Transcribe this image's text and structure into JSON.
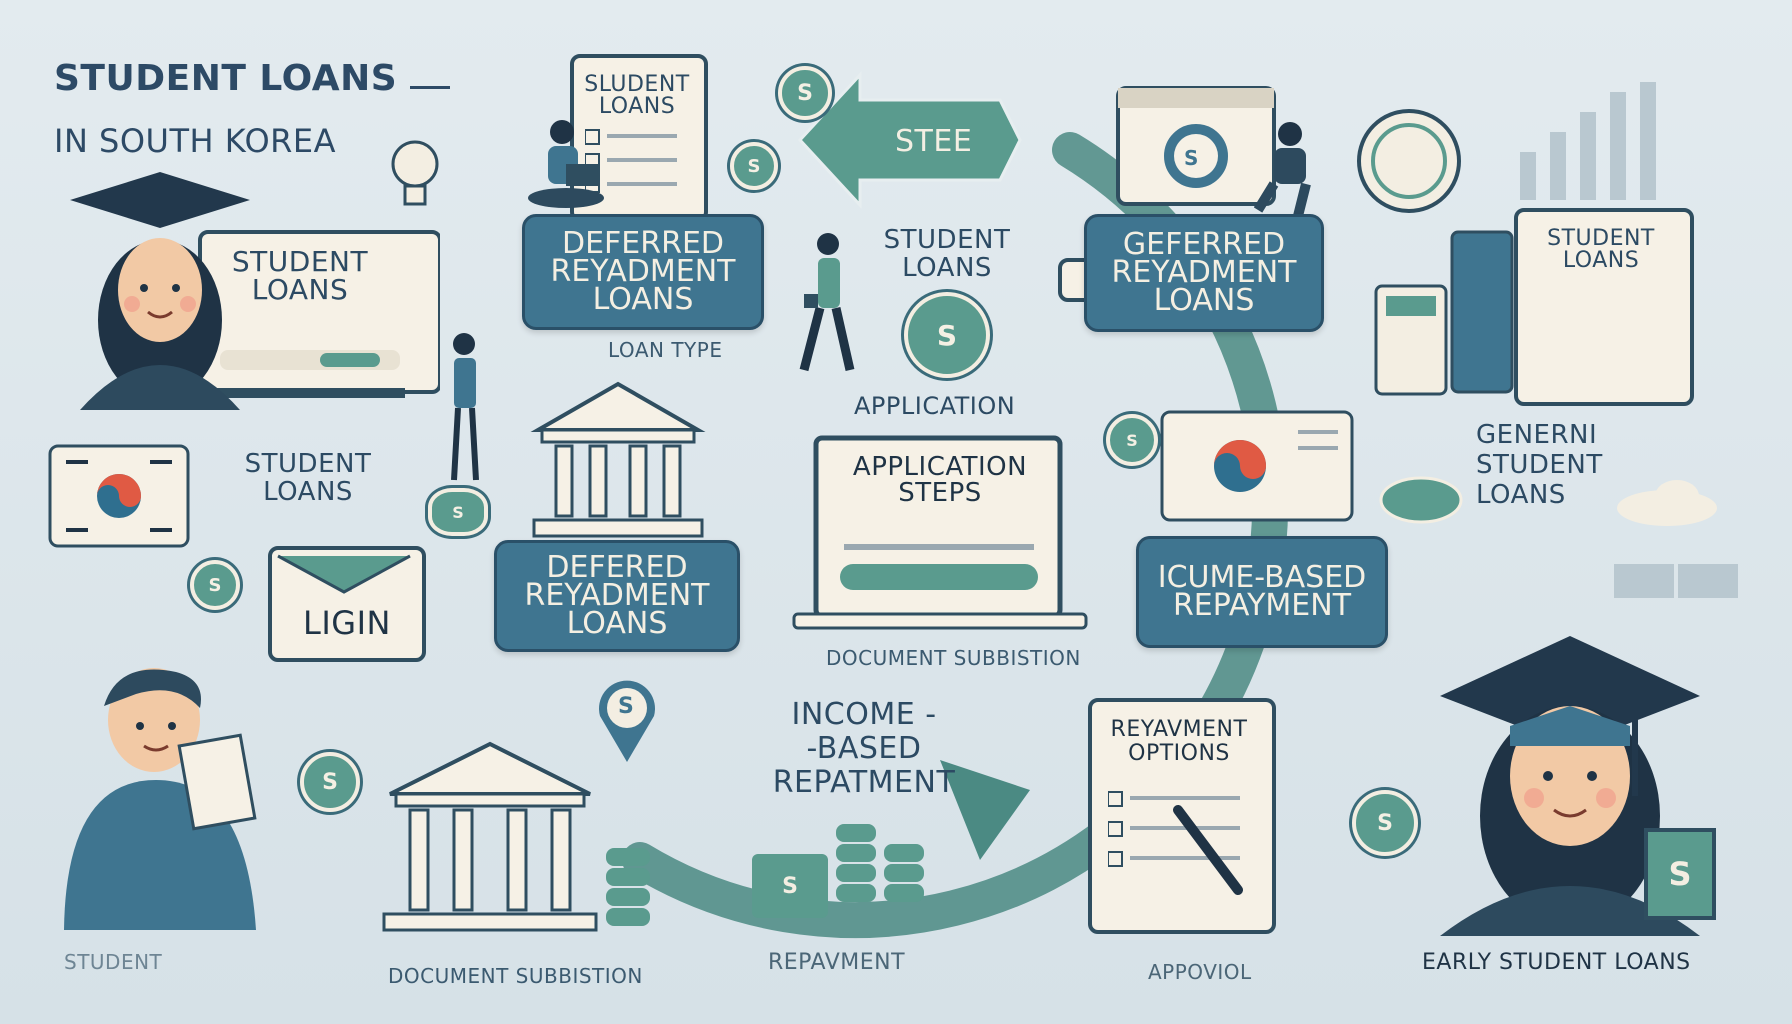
{
  "header": {
    "title": "STUDENT LOANS",
    "subtitle": "IN SOUTH KOREA"
  },
  "boxes": {
    "b1": "DEFERRED\nREYADMENT\nLOANS",
    "b2": "GEFERRED\nREYADMENT\nLOANS",
    "b3": "DEFERED\nREYADMENT\nLOANS",
    "b4": "ICUME-BASED\nREPAYMENT"
  },
  "arrow_label": "STEE",
  "cards": {
    "clip_top": "SLUDENT\nLOANS",
    "laptop_left": "STUDENT\nLOANS",
    "laptop_center": "APPLICATION\nSTEPS",
    "right_doc": "STUDENT\nLOANS",
    "clip_bottom": "REYAVMENT\nOPTIONS",
    "login": "LIGIN"
  },
  "labels": {
    "loan_type": "LOAN TYPE",
    "student_loans_mid": "STUDENT\nLOANS",
    "application": "APPLICATION",
    "student_loans_left": "STUDENT\nLOANS",
    "document_center": "DOCUMENT SUBBISTION",
    "income_based": "INCOME -\n-BASED\nREPATMENT",
    "general": "GENERNI\nSTUDENT\nLOANS",
    "student": "STUDENT",
    "document_bottom": "DOCUMENT SUBBISTION",
    "repayment": "REPAVMENT",
    "approval": "APPOVIOL",
    "early": "EARLY STUDENT LOANS"
  },
  "coin_symbol": "S",
  "colors": {
    "teal": "#3f7590",
    "green": "#5a9b8e",
    "navy": "#2c4a63",
    "cream": "#f6f1e6",
    "flag_red": "#e05a44",
    "flag_blue": "#2f6f8f"
  }
}
